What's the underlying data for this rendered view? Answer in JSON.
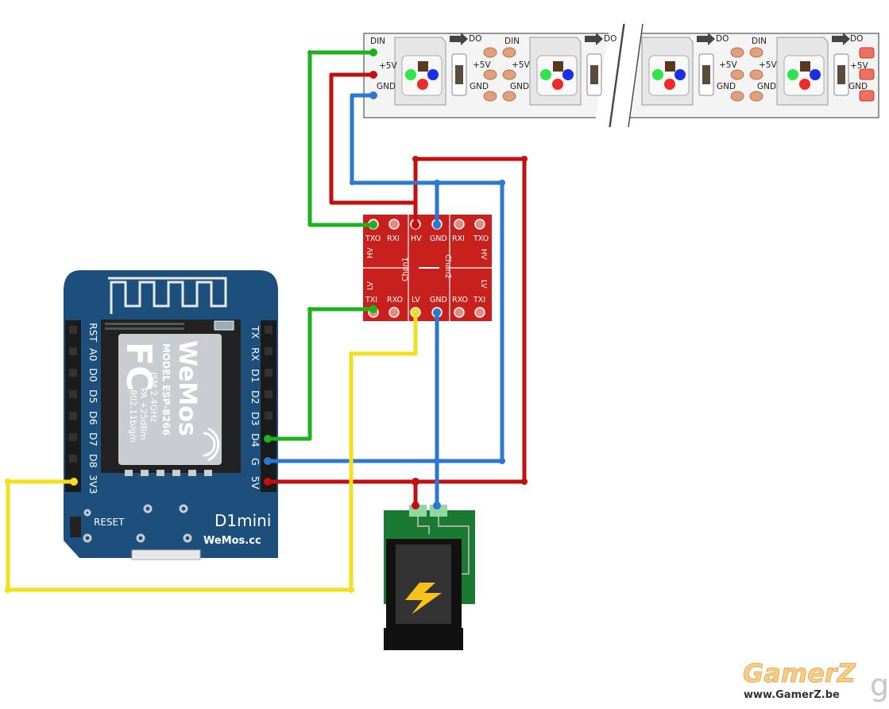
{
  "strip": {
    "labels": {
      "din": "DIN",
      "do": "DO",
      "v5": "+5V",
      "gnd": "GND"
    }
  },
  "shifter": {
    "top_pins": [
      "TXO",
      "RXI",
      "HV",
      "GND",
      "RXI",
      "TXO"
    ],
    "bottom_pins": [
      "TXI",
      "RXO",
      "LV",
      "GND",
      "RXO",
      "TXI"
    ],
    "side_hv": "HV",
    "side_lv": "LV",
    "chan1": "Chan1",
    "chan2": "Chan2",
    "color": "#c8201c"
  },
  "wemos": {
    "left_pins": [
      "RST",
      "A0",
      "D0",
      "D5",
      "D6",
      "D7",
      "D8",
      "3V3"
    ],
    "right_pins": [
      "TX",
      "RX",
      "D1",
      "D2",
      "D3",
      "D4",
      "G",
      "5V"
    ],
    "module_brand": "WeMos",
    "module_lines": [
      "MODEL  ESP-8266",
      "ISM 2.4GHz",
      "PA +25dBm",
      "802.11b/g/n"
    ],
    "fcc": "FC",
    "reset_label": "RESET",
    "board_name": "D1mini",
    "board_url": "WeMos.cc",
    "board_color": "#1d4f7c"
  },
  "wires": {
    "green": "#1eb31e",
    "red": "#c40f0f",
    "blue": "#2b78d3",
    "yellow": "#f2e01c"
  },
  "watermark": {
    "brand": "GamerZ",
    "url": "www.GamerZ.be",
    "suffix": "g"
  }
}
